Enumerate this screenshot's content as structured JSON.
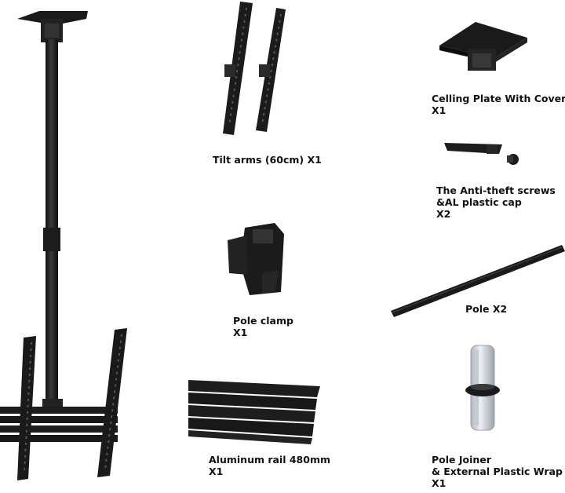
{
  "colors": {
    "metal": "#1e1e1e",
    "metal_dark": "#111111",
    "metal_light": "#3a3a3a",
    "silver": "#d8dde3",
    "text": "#111111"
  },
  "captions": {
    "tilt_arms": {
      "line1": "Tilt arms (60cm) X1"
    },
    "ceiling_plate": {
      "line1": "Celling Plate With Cover",
      "line2": "X1"
    },
    "screws": {
      "line1": "The Anti-theft screws",
      "line2": "&AL plastic cap",
      "line3": "X2"
    },
    "pole_clamp": {
      "line1": "Pole clamp",
      "line2": "X1"
    },
    "pole": {
      "line1": "Pole X2"
    },
    "rail": {
      "line1": "Aluminum rail 480mm",
      "line2": "X1"
    },
    "joiner": {
      "line1": "Pole Joiner",
      "line2": "& External Plastic Wrap",
      "line3": "X1"
    }
  }
}
